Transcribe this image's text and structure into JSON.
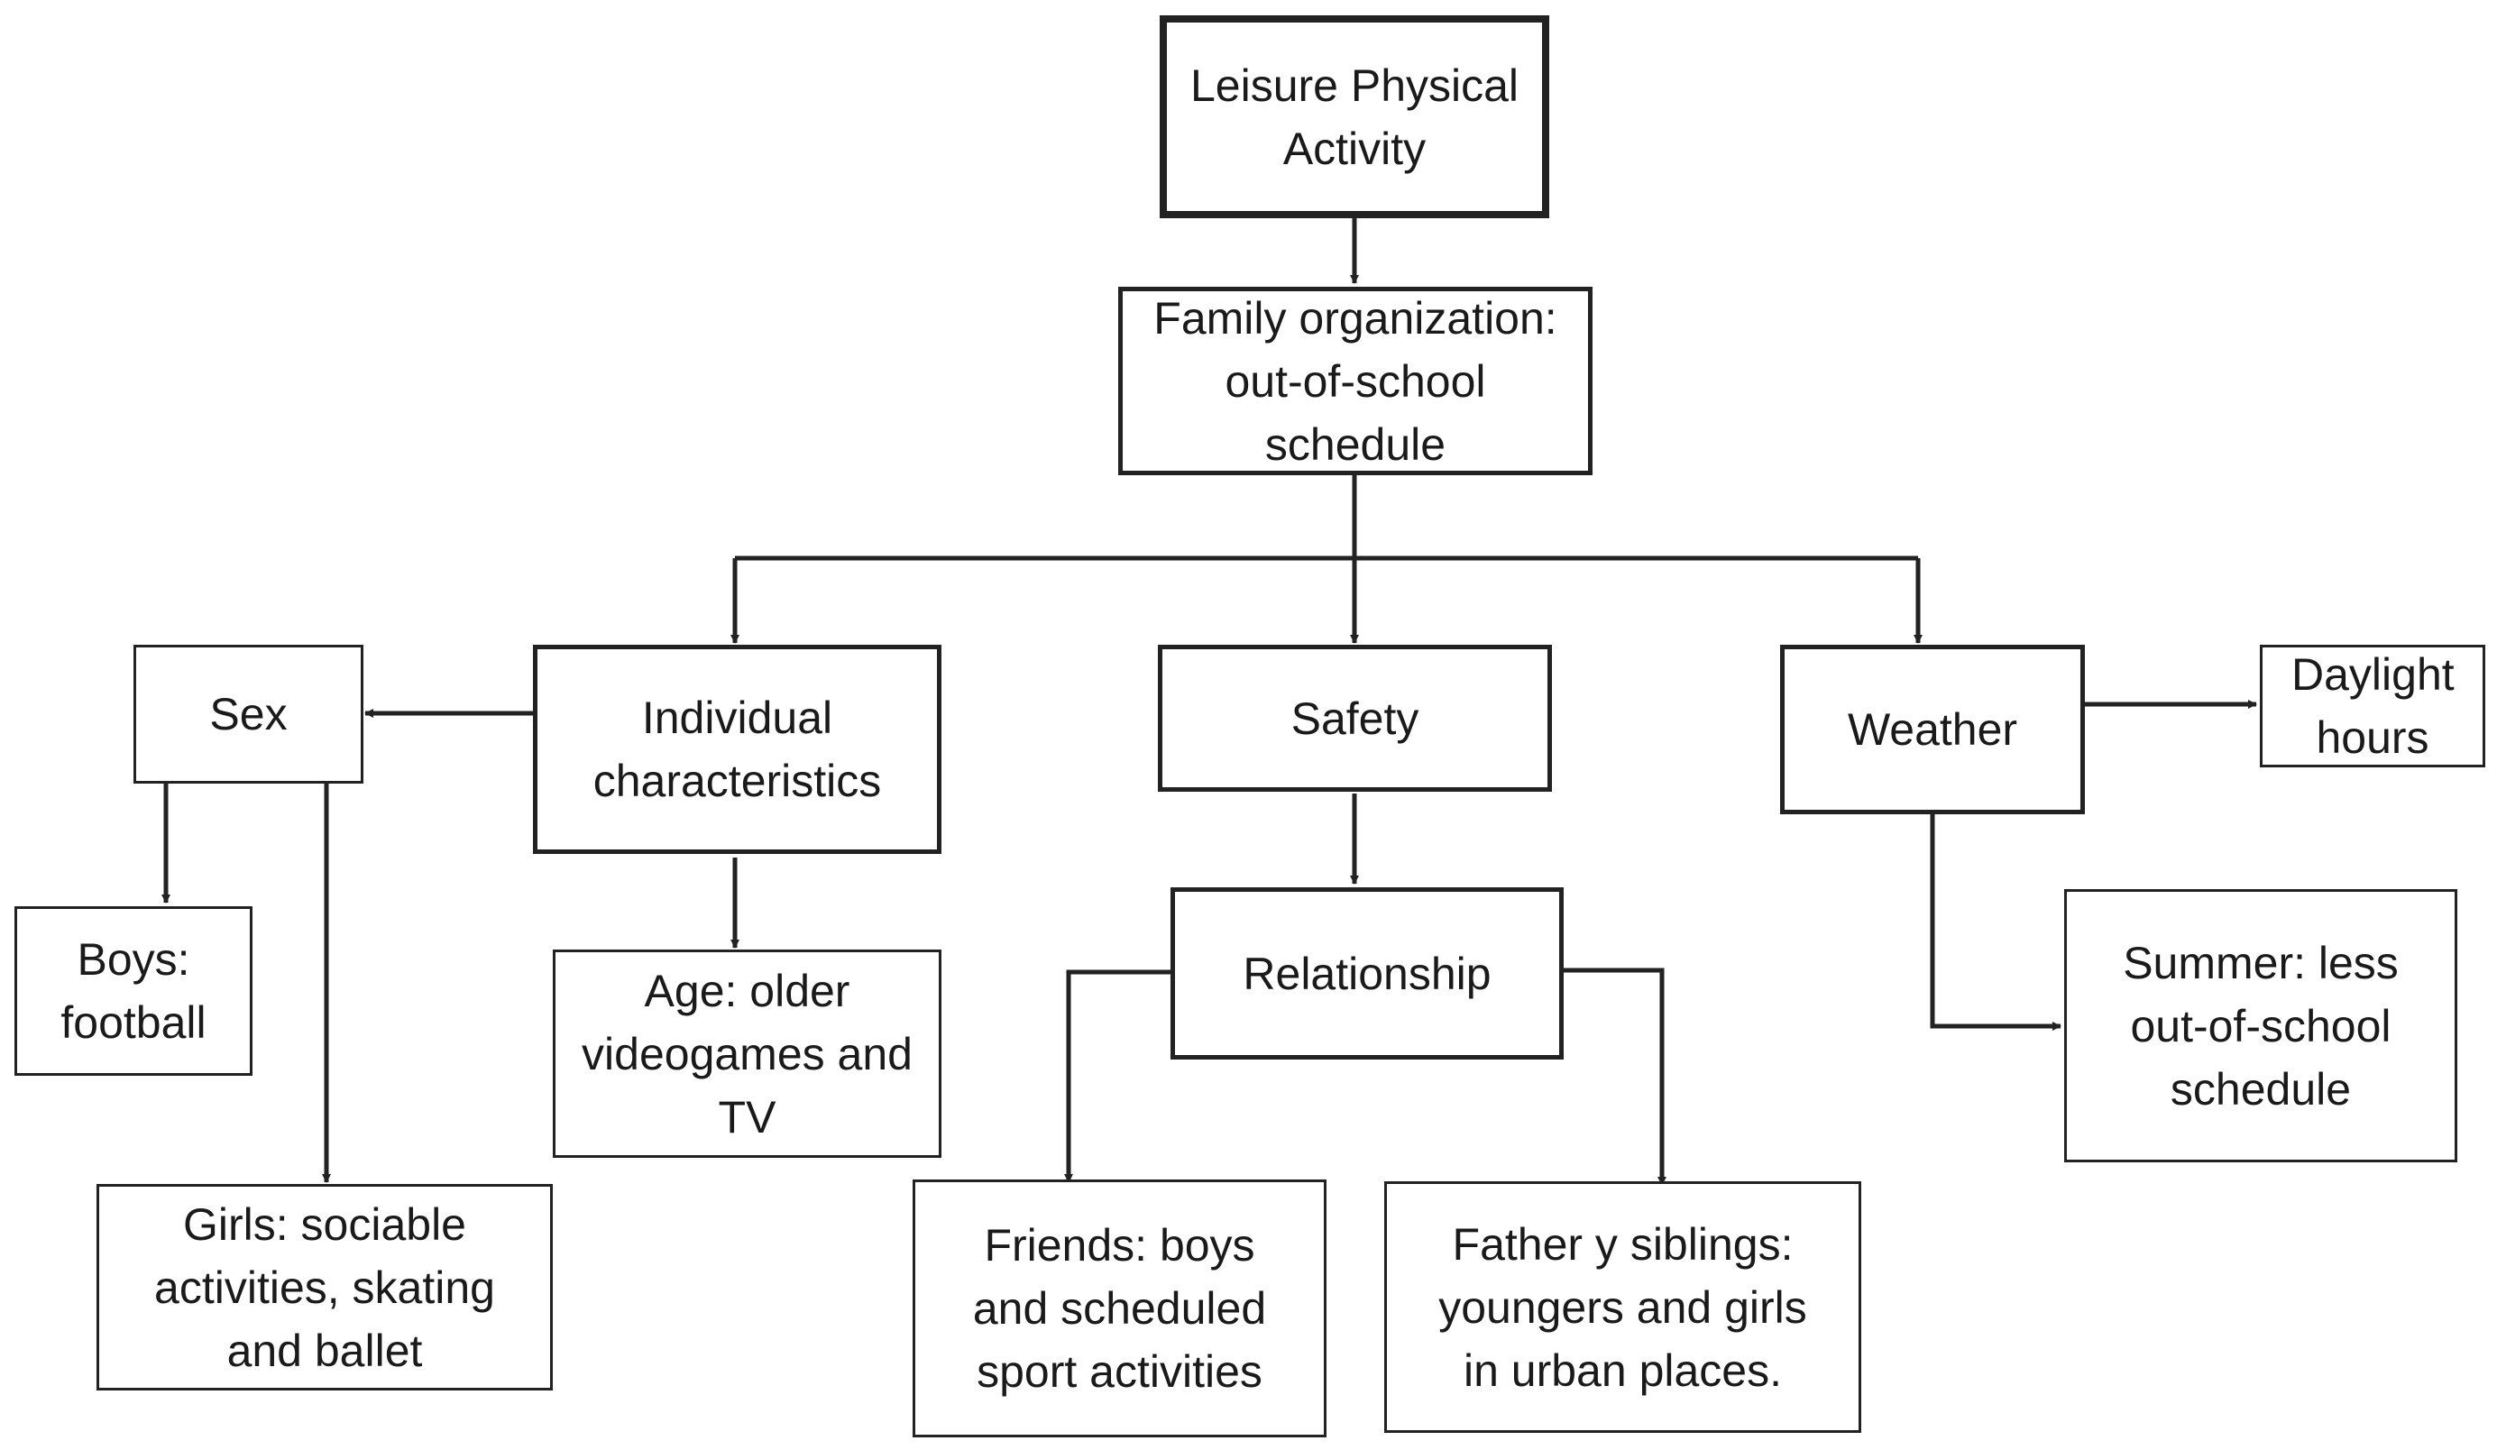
{
  "nodes": {
    "leisure": "Leisure Physical Activity",
    "family": "Family organization: out-of-school schedule",
    "sex": "Sex",
    "individual": "Individual characteristics",
    "safety": "Safety",
    "weather": "Weather",
    "daylight": "Daylight hours",
    "boys": "Boys: football",
    "girls": "Girls: sociable activities, skating and ballet",
    "age": "Age: older videogames and TV",
    "relationship": "Relationship",
    "friends": "Friends: boys and scheduled sport activities",
    "father": "Father y siblings: youngers and girls in urban places.",
    "summer": "Summer: less out-of-school schedule"
  }
}
